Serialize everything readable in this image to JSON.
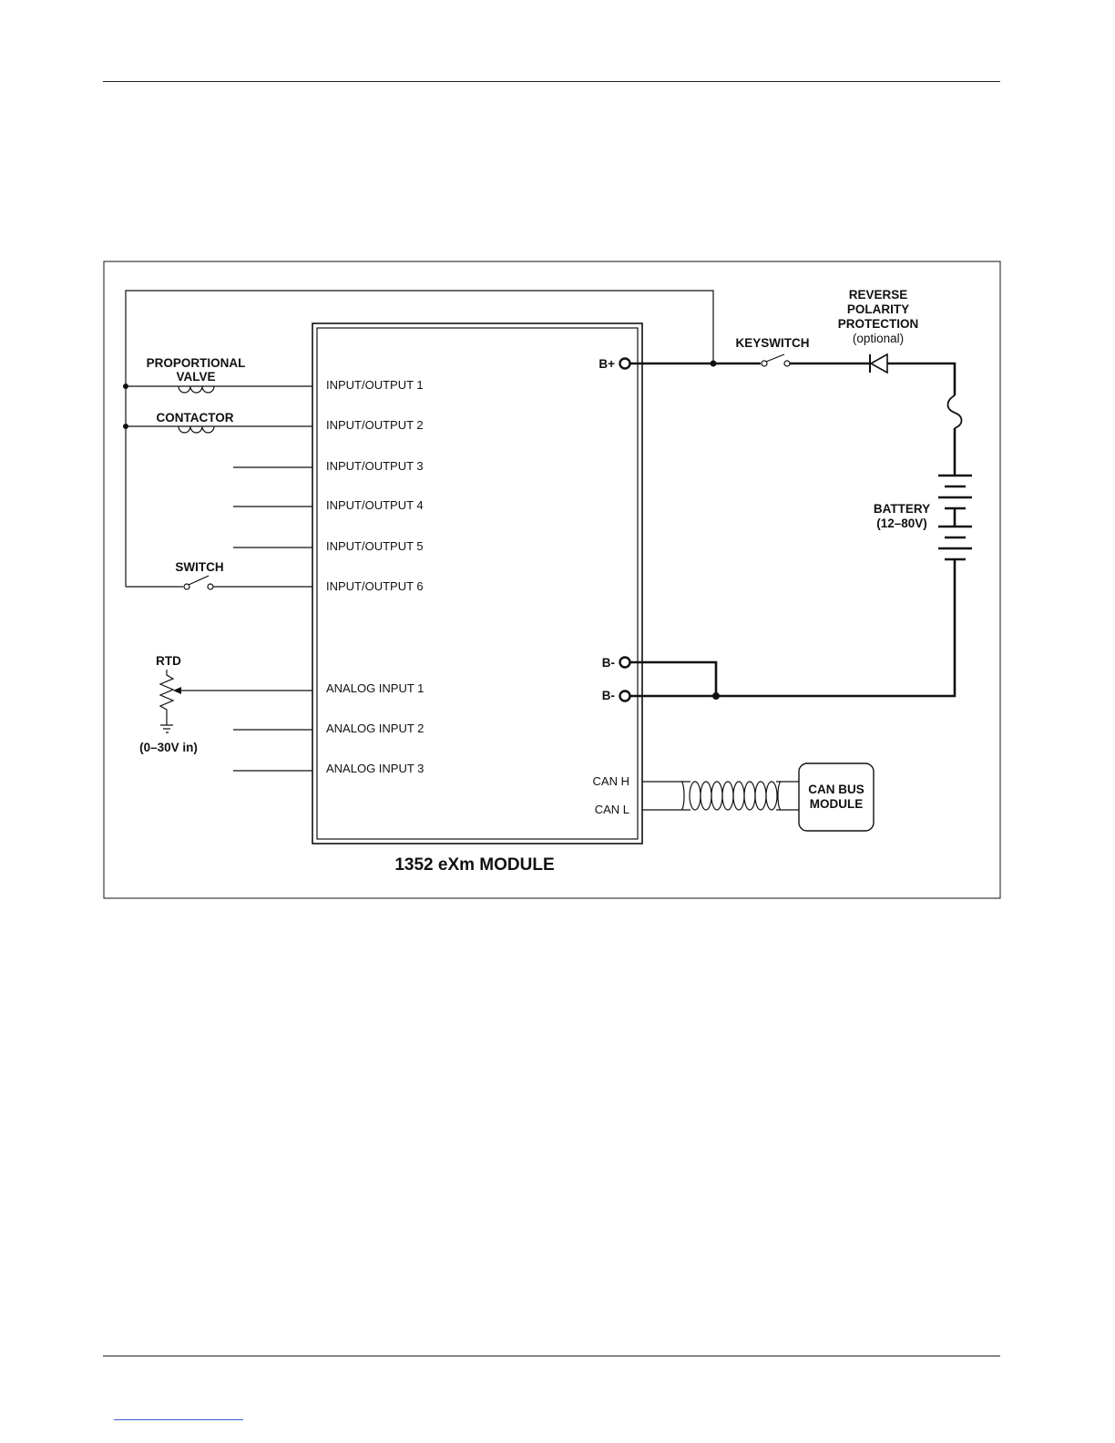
{
  "diagram": {
    "module_title": "1352 eXm MODULE",
    "io_pins": [
      "INPUT/OUTPUT 1",
      "INPUT/OUTPUT 2",
      "INPUT/OUTPUT 3",
      "INPUT/OUTPUT 4",
      "INPUT/OUTPUT 5",
      "INPUT/OUTPUT 6"
    ],
    "analog_pins": [
      "ANALOG INPUT 1",
      "ANALOG INPUT 2",
      "ANALOG INPUT 3"
    ],
    "power_pins": {
      "b_plus": "B+",
      "b_minus_1": "B-",
      "b_minus_2": "B-"
    },
    "can_pins": {
      "can_h": "CAN H",
      "can_l": "CAN L"
    },
    "labels": {
      "proportional_valve": [
        "PROPORTIONAL",
        "VALVE"
      ],
      "contactor": "CONTACTOR",
      "switch": "SWITCH",
      "rtd": "RTD",
      "rtd_range": "(0–30V in)",
      "keyswitch": "KEYSWITCH",
      "reverse_polarity": [
        "REVERSE",
        "POLARITY",
        "PROTECTION"
      ],
      "optional": "(optional)",
      "battery": [
        "BATTERY",
        "(12–80V)"
      ],
      "can_bus_module": [
        "CAN BUS",
        "MODULE"
      ]
    }
  }
}
